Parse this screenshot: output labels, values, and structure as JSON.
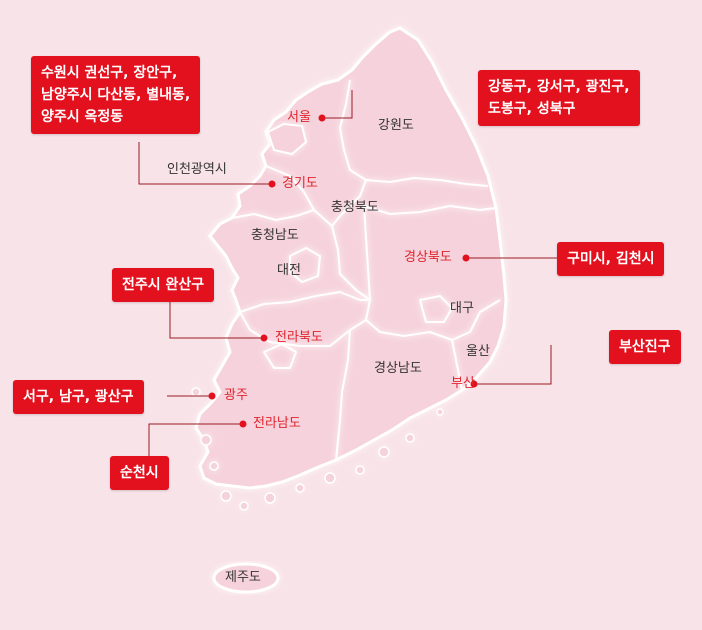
{
  "colors": {
    "background": "#f8e3e8",
    "land": "#f6d3dc",
    "outline": "#ffffff",
    "accent": "#e3101e",
    "leader": "#9a1b24"
  },
  "regions": {
    "seoul": "서울",
    "gangwon": "강원도",
    "incheon": "인천광역시",
    "gyeonggi": "경기도",
    "chungbuk": "충청북도",
    "chungnam": "충청남도",
    "daejeon": "대전",
    "gyeongbuk": "경상북도",
    "daegu": "대구",
    "ulsan": "울산",
    "jeonbuk": "전라북도",
    "gyeongnam": "경상남도",
    "busan": "부산",
    "gwangju": "광주",
    "jeonnam": "전라남도",
    "jeju": "제주도"
  },
  "callouts": {
    "gyeonggi": [
      "수원시 권선구, 장안구,",
      "남양주시 다산동, 별내동,",
      "양주시 옥정동"
    ],
    "seoul": [
      "강동구, 강서구, 광진구,",
      "도봉구, 성북구"
    ],
    "gyeongbuk": [
      "구미시, 김천시"
    ],
    "jeonbuk": [
      "전주시 완산구"
    ],
    "busan": [
      "부산진구"
    ],
    "gwangju": [
      "서구, 남구, 광산구"
    ],
    "jeonnam": [
      "순천시"
    ]
  }
}
